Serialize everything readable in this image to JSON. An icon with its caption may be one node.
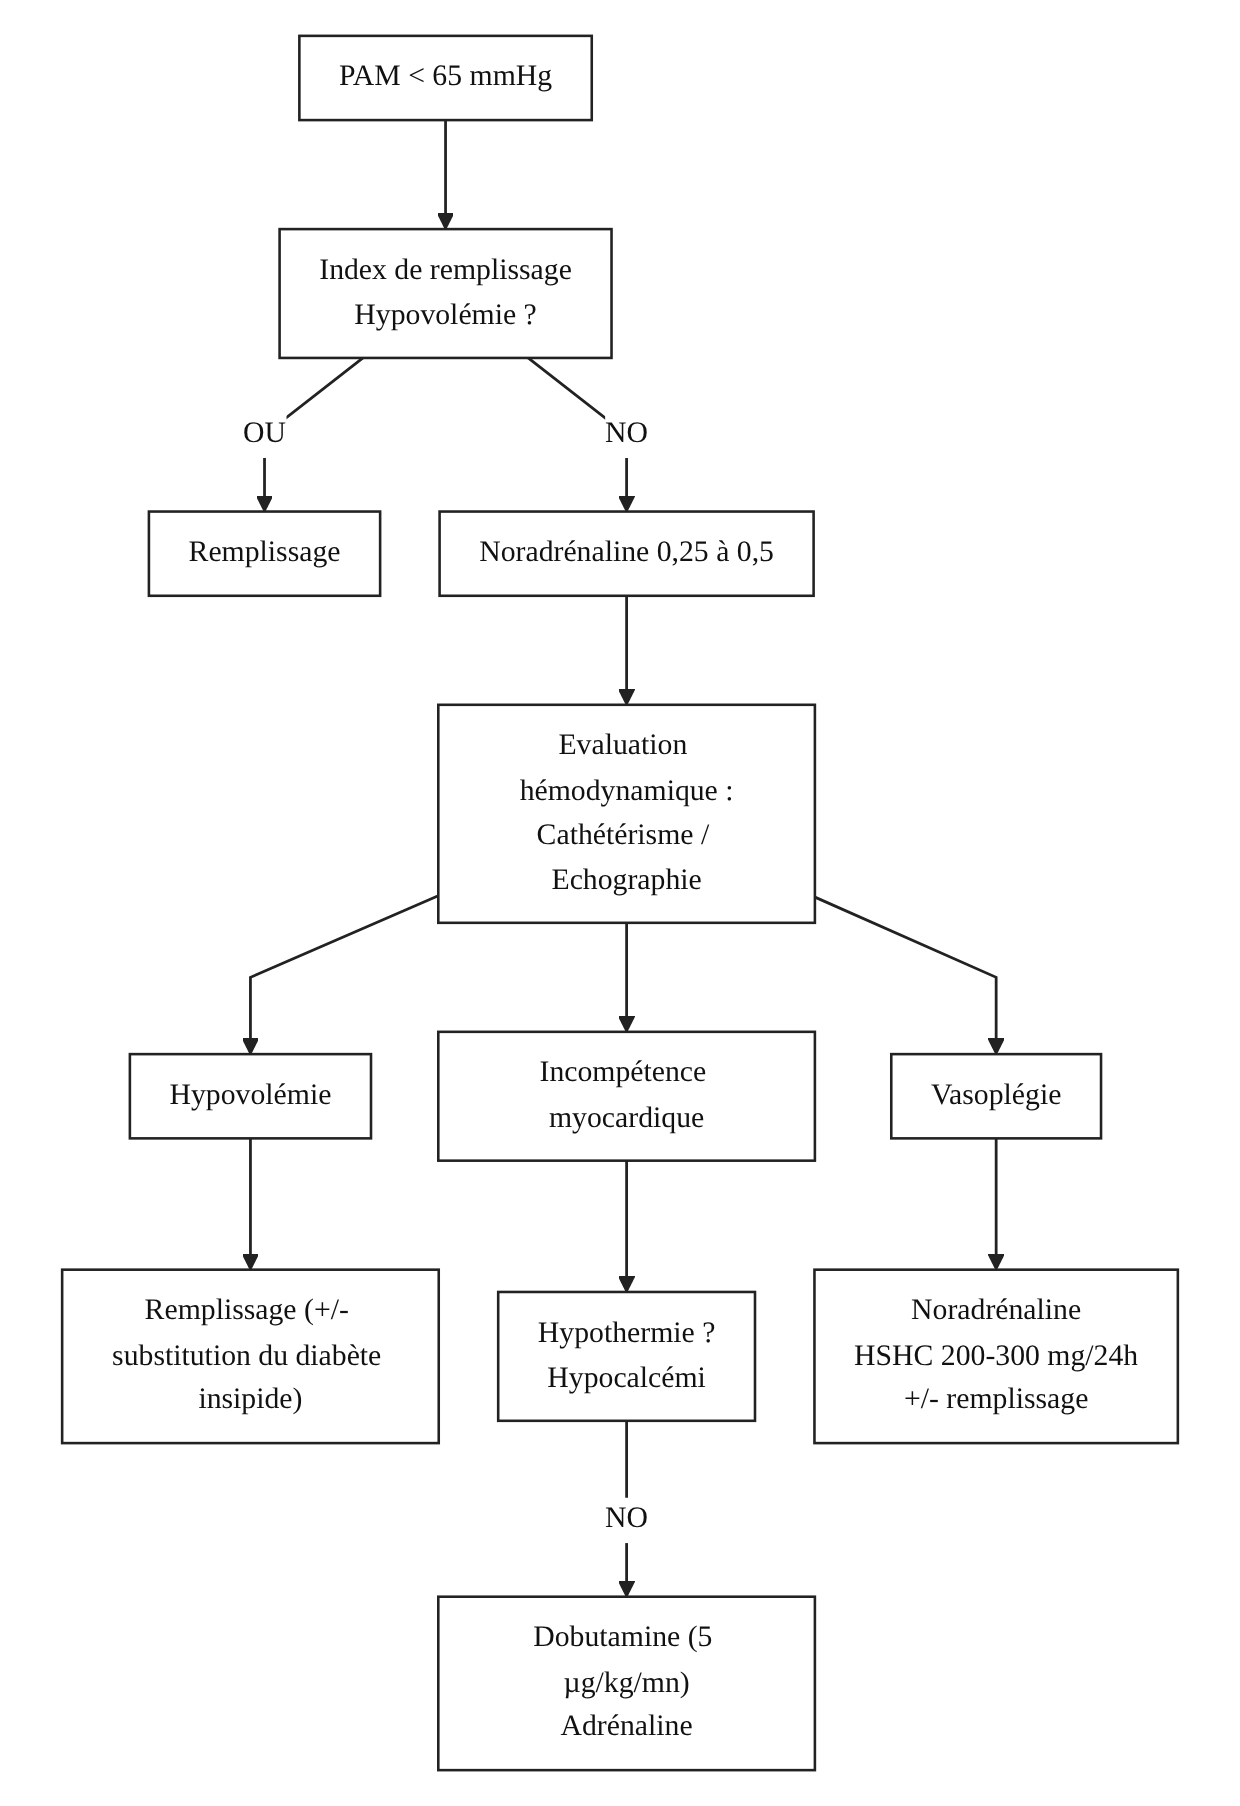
{
  "diagram": {
    "nodes": [
      {
        "text": [
          "PAM < 65 mmHg"
        ]
      },
      {
        "text": [
          "Index de remplissage",
          "Hypovolémie ?"
        ]
      },
      {
        "text": [
          "Remplissage"
        ]
      },
      {
        "text": [
          "Noradrénaline 0,25 à 0,5"
        ]
      },
      {
        "text": [
          "Evaluation hémodynamique :",
          "Cathétérisme / Echographie"
        ]
      },
      {
        "text": [
          "Hypovolémie"
        ]
      },
      {
        "text": [
          "Incompétence myocardique"
        ]
      },
      {
        "text": [
          "Vasoplégie"
        ]
      },
      {
        "text": [
          "Remplissage (+/- substitution du diabète insipide)"
        ]
      },
      {
        "text": [
          "Hypothermie ?",
          "Hypocalcémi"
        ]
      },
      {
        "text": [
          "Noradrénaline",
          "HSHC 200-300 mg/24h",
          "+/- remplissage"
        ]
      },
      {
        "text": [
          "Dobutamine (5 µg/kg/mn)",
          "Adrénaline"
        ]
      }
    ],
    "edges": [
      {
        "from": 0,
        "to": 1,
        "arrow": "to"
      },
      {
        "from": 1,
        "to": 2,
        "arrow": "to",
        "label": "OU"
      },
      {
        "from": 1,
        "to": 3,
        "arrow": "to",
        "label": "NO"
      },
      {
        "from": 3,
        "to": 4,
        "arrow": "to"
      },
      {
        "from": 4,
        "to": 5,
        "arrow": "to"
      },
      {
        "from": 4,
        "to": 6,
        "arrow": "to"
      },
      {
        "from": 4,
        "to": 7,
        "arrow": "to"
      },
      {
        "from": 5,
        "to": 8,
        "arrow": "to"
      },
      {
        "from": 6,
        "to": 9,
        "arrow": "to"
      },
      {
        "from": 7,
        "to": 10,
        "arrow": "to"
      },
      {
        "from": 9,
        "to": 11,
        "arrow": "to",
        "label": "NO"
      }
    ]
  }
}
